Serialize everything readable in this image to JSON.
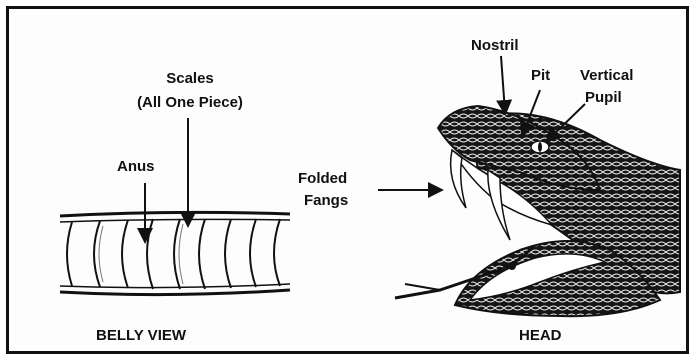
{
  "labels": {
    "scales_line1": "Scales",
    "scales_line2": "(All One Piece)",
    "anus": "Anus",
    "nostril": "Nostril",
    "pit": "Pit",
    "vertical": "Vertical",
    "pupil": "Pupil",
    "folded": "Folded",
    "fangs": "Fangs",
    "belly_view": "BELLY VIEW",
    "head": "HEAD"
  },
  "colors": {
    "ink": "#111111",
    "background": "#ffffff"
  }
}
